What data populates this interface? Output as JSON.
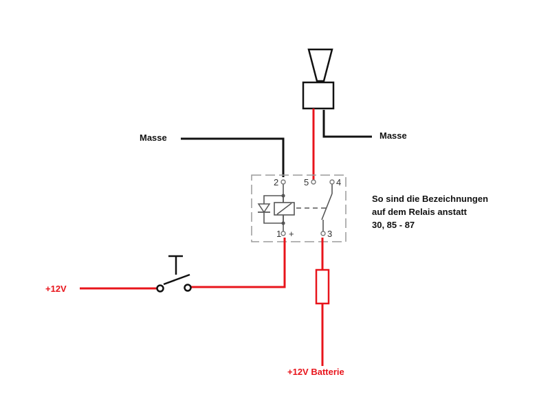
{
  "labels": {
    "masse_left": "Masse",
    "masse_right": "Masse",
    "plus12v": "+12V",
    "batterie": "+12V Batterie"
  },
  "relay": {
    "pins": {
      "p2": "2",
      "p5": "5",
      "p4": "4",
      "p1": "1",
      "plus": "+",
      "p3": "3"
    }
  },
  "note": {
    "line1": "So sind die Bezeichnungen",
    "line2": "auf dem Relais anstatt",
    "line3": "30, 85 - 87"
  },
  "colors": {
    "wire_positive": "#e8141b",
    "wire_ground": "#111111",
    "relay_outline": "#9a9a9a"
  },
  "icons": [
    "horn-icon",
    "push-switch-icon",
    "fuse-icon",
    "diode-icon",
    "relay-coil-icon"
  ]
}
